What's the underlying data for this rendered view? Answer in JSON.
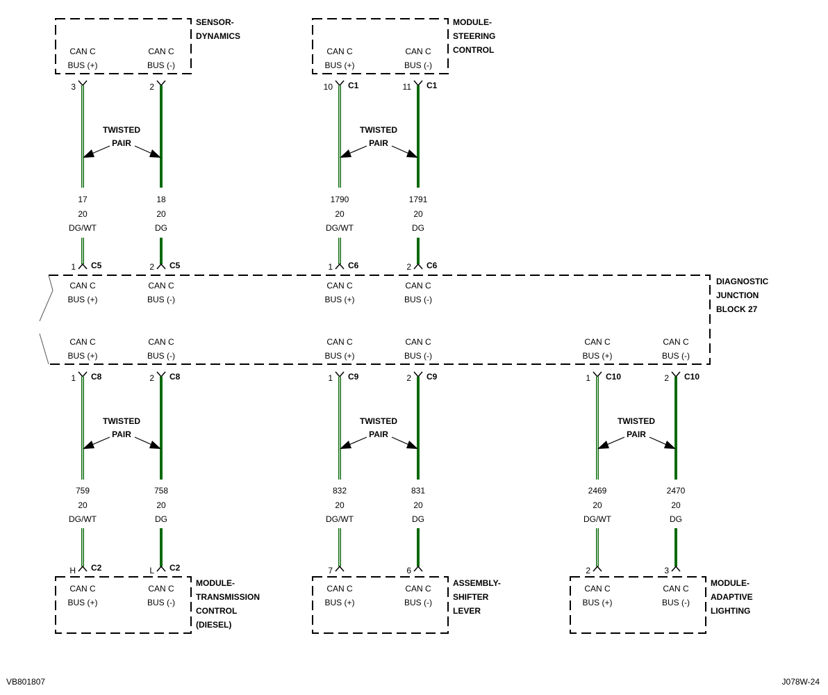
{
  "colors": {
    "wire_dg": "#0b6a0b",
    "wire_stripe": "#ffffff",
    "outline": "#000000"
  },
  "common": {
    "bus_pos": [
      "CAN C",
      "BUS (+)"
    ],
    "bus_neg": [
      "CAN C",
      "BUS (-)"
    ],
    "twisted": [
      "TWISTED",
      "PAIR"
    ]
  },
  "top_modules": [
    {
      "name": [
        "SENSOR-",
        "DYNAMICS"
      ],
      "pos_wire": {
        "pin": "3",
        "conn": "",
        "circuit": "17",
        "gauge": "20",
        "color": "DG/WT",
        "jb_pin": "1",
        "jb_conn": "C5"
      },
      "neg_wire": {
        "pin": "2",
        "conn": "",
        "circuit": "18",
        "gauge": "20",
        "color": "DG",
        "jb_pin": "2",
        "jb_conn": "C5"
      }
    },
    {
      "name": [
        "MODULE-",
        "STEERING",
        "CONTROL"
      ],
      "pos_wire": {
        "pin": "10",
        "conn": "C1",
        "circuit": "1790",
        "gauge": "20",
        "color": "DG/WT",
        "jb_pin": "1",
        "jb_conn": "C6"
      },
      "neg_wire": {
        "pin": "11",
        "conn": "C1",
        "circuit": "1791",
        "gauge": "20",
        "color": "DG",
        "jb_pin": "2",
        "jb_conn": "C6"
      }
    }
  ],
  "junction_block": {
    "name": [
      "DIAGNOSTIC",
      "JUNCTION",
      "BLOCK 27"
    ]
  },
  "bottom_modules": [
    {
      "name": [
        "MODULE-",
        "TRANSMISSION",
        "CONTROL",
        "(DIESEL)"
      ],
      "pos_wire": {
        "jb_pin": "1",
        "jb_conn": "C8",
        "circuit": "759",
        "gauge": "20",
        "color": "DG/WT",
        "pin": "H",
        "conn": "C2"
      },
      "neg_wire": {
        "jb_pin": "2",
        "jb_conn": "C8",
        "circuit": "758",
        "gauge": "20",
        "color": "DG",
        "pin": "L",
        "conn": "C2"
      }
    },
    {
      "name": [
        "ASSEMBLY-",
        "SHIFTER",
        "LEVER"
      ],
      "pos_wire": {
        "jb_pin": "1",
        "jb_conn": "C9",
        "circuit": "832",
        "gauge": "20",
        "color": "DG/WT",
        "pin": "7",
        "conn": ""
      },
      "neg_wire": {
        "jb_pin": "2",
        "jb_conn": "C9",
        "circuit": "831",
        "gauge": "20",
        "color": "DG",
        "pin": "6",
        "conn": ""
      }
    },
    {
      "name": [
        "MODULE-",
        "ADAPTIVE",
        "LIGHTING"
      ],
      "pos_wire": {
        "jb_pin": "1",
        "jb_conn": "C10",
        "circuit": "2469",
        "gauge": "20",
        "color": "DG/WT",
        "pin": "2",
        "conn": ""
      },
      "neg_wire": {
        "jb_pin": "2",
        "jb_conn": "C10",
        "circuit": "2470",
        "gauge": "20",
        "color": "DG",
        "pin": "3",
        "conn": ""
      }
    }
  ],
  "footer": {
    "left_code": "VB801807",
    "right_code": "J078W-24"
  }
}
